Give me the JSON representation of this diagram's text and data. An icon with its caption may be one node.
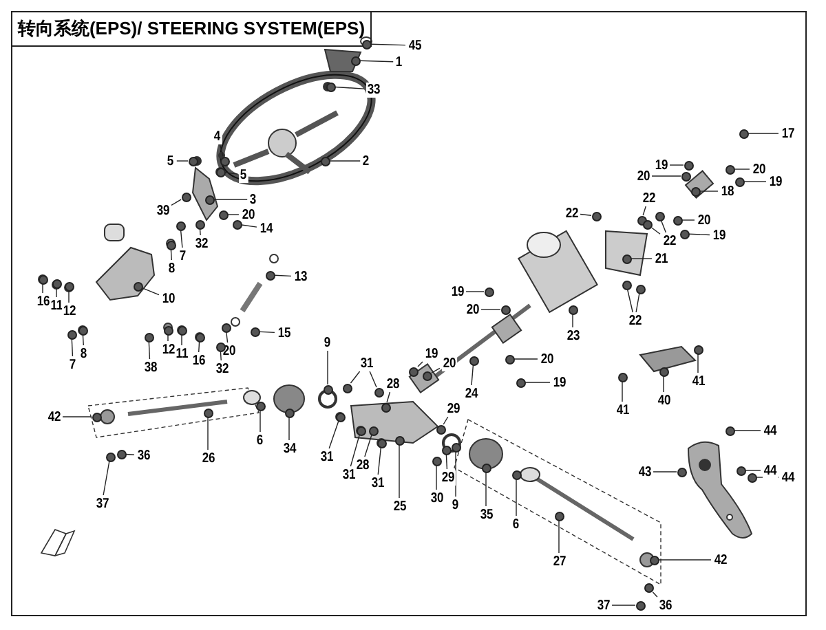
{
  "diagram": {
    "title": "转向系统(EPS)/ STEERING SYSTEM(EPS)",
    "nodes": [
      {
        "text": [
          "45"
        ]
      },
      {
        "text": [
          "1"
        ]
      },
      {
        "text": [
          "33"
        ]
      },
      {
        "text": [
          "2"
        ]
      },
      {
        "text": [
          "5"
        ]
      },
      {
        "text": [
          "4"
        ]
      },
      {
        "text": [
          "5"
        ]
      },
      {
        "text": [
          "3"
        ]
      },
      {
        "text": [
          "39"
        ]
      },
      {
        "text": [
          "20"
        ]
      },
      {
        "text": [
          "14"
        ]
      },
      {
        "text": [
          "7"
        ]
      },
      {
        "text": [
          "32"
        ]
      },
      {
        "text": [
          "8"
        ]
      },
      {
        "text": [
          "13"
        ]
      },
      {
        "text": [
          "10"
        ]
      },
      {
        "text": [
          "16"
        ]
      },
      {
        "text": [
          "11"
        ]
      },
      {
        "text": [
          "12"
        ]
      },
      {
        "text": [
          "7"
        ]
      },
      {
        "text": [
          "8"
        ]
      },
      {
        "text": [
          "38"
        ]
      },
      {
        "text": [
          "12"
        ]
      },
      {
        "text": [
          "11"
        ]
      },
      {
        "text": [
          "16"
        ]
      },
      {
        "text": [
          "15"
        ]
      },
      {
        "text": [
          "20"
        ]
      },
      {
        "text": [
          "32"
        ]
      },
      {
        "text": [
          "9"
        ]
      },
      {
        "text": [
          "31"
        ]
      },
      {
        "text": [
          "28"
        ]
      },
      {
        "text": [
          "42"
        ]
      },
      {
        "text": [
          "26"
        ]
      },
      {
        "text": [
          "6"
        ]
      },
      {
        "text": [
          "34"
        ]
      },
      {
        "text": [
          "31"
        ]
      },
      {
        "text": [
          "31"
        ]
      },
      {
        "text": [
          "28"
        ]
      },
      {
        "text": [
          "31"
        ]
      },
      {
        "text": [
          "25"
        ]
      },
      {
        "text": [
          "36"
        ]
      },
      {
        "text": [
          "37"
        ]
      },
      {
        "text": [
          "17"
        ]
      },
      {
        "text": [
          "19"
        ]
      },
      {
        "text": [
          "20"
        ]
      },
      {
        "text": [
          "20"
        ]
      },
      {
        "text": [
          "19"
        ]
      },
      {
        "text": [
          "18"
        ]
      },
      {
        "text": [
          "22"
        ]
      },
      {
        "text": [
          "22"
        ]
      },
      {
        "text": [
          "20"
        ]
      },
      {
        "text": [
          "19"
        ]
      },
      {
        "text": [
          "22"
        ]
      },
      {
        "text": [
          "21"
        ]
      },
      {
        "text": [
          "22"
        ]
      },
      {
        "text": [
          "19"
        ]
      },
      {
        "text": [
          "20"
        ]
      },
      {
        "text": [
          "23"
        ]
      },
      {
        "text": [
          "20"
        ]
      },
      {
        "text": [
          "19"
        ]
      },
      {
        "text": [
          "19"
        ]
      },
      {
        "text": [
          "20"
        ]
      },
      {
        "text": [
          "24"
        ]
      },
      {
        "text": [
          "29"
        ]
      },
      {
        "text": [
          "41"
        ]
      },
      {
        "text": [
          "40"
        ]
      },
      {
        "text": [
          "41"
        ]
      },
      {
        "text": [
          "44"
        ]
      },
      {
        "text": [
          "43"
        ]
      },
      {
        "text": [
          "44"
        ]
      },
      {
        "text": [
          "44"
        ]
      },
      {
        "text": [
          "29"
        ]
      },
      {
        "text": [
          "30"
        ]
      },
      {
        "text": [
          "9"
        ]
      },
      {
        "text": [
          "35"
        ]
      },
      {
        "text": [
          "6"
        ]
      },
      {
        "text": [
          "27"
        ]
      },
      {
        "text": [
          "42"
        ]
      },
      {
        "text": [
          "37"
        ]
      },
      {
        "text": [
          "36"
        ]
      },
      {
        "text": [],
        "shape": "circle"
      },
      {
        "text": [],
        "shape": "circle"
      },
      {
        "text": [],
        "shape": "circle"
      },
      {
        "text": [],
        "shape": "circle"
      },
      {
        "text": [],
        "shape": "circle"
      },
      {
        "text": [],
        "shape": "circle"
      },
      {
        "text": [],
        "shape": "circle"
      },
      {
        "text": [],
        "shape": "circle"
      },
      {
        "text": [],
        "shape": "circle"
      },
      {
        "text": [],
        "shape": "circle"
      },
      {
        "text": [],
        "shape": "circle"
      },
      {
        "text": [],
        "shape": "circle"
      },
      {
        "text": [],
        "shape": "circle"
      },
      {
        "text": [],
        "shape": "circle"
      },
      {
        "text": [],
        "shape": "circle"
      },
      {
        "text": [],
        "shape": "circle"
      },
      {
        "text": [],
        "shape": "circle"
      },
      {
        "text": [],
        "shape": "circle"
      },
      {
        "text": [],
        "shape": "circle"
      },
      {
        "text": [],
        "shape": "circle"
      },
      {
        "text": [],
        "shape": "circle"
      },
      {
        "text": [],
        "shape": "circle"
      },
      {
        "text": [],
        "shape": "circle"
      },
      {
        "text": [],
        "shape": "circle"
      },
      {
        "text": [],
        "shape": "circle"
      },
      {
        "text": [],
        "shape": "circle"
      },
      {
        "text": [],
        "shape": "circle"
      },
      {
        "text": [],
        "shape": "circle"
      },
      {
        "text": [],
        "shape": "circle"
      },
      {
        "text": [],
        "shape": "circle"
      },
      {
        "text": [],
        "shape": "circle"
      },
      {
        "text": [],
        "shape": "circle"
      },
      {
        "text": [],
        "shape": "circle"
      },
      {
        "text": [],
        "shape": "circle"
      },
      {
        "text": [],
        "shape": "circle"
      },
      {
        "text": [],
        "shape": "circle"
      },
      {
        "text": [],
        "shape": "circle"
      },
      {
        "text": [],
        "shape": "circle"
      },
      {
        "text": [],
        "shape": "circle"
      },
      {
        "text": [],
        "shape": "circle"
      },
      {
        "text": [],
        "shape": "circle"
      },
      {
        "text": [],
        "shape": "circle"
      },
      {
        "text": [],
        "shape": "circle"
      },
      {
        "text": [],
        "shape": "circle"
      },
      {
        "text": [],
        "shape": "circle"
      },
      {
        "text": [],
        "shape": "circle"
      },
      {
        "text": [],
        "shape": "circle"
      },
      {
        "text": [],
        "shape": "circle"
      },
      {
        "text": [],
        "shape": "circle"
      },
      {
        "text": [],
        "shape": "circle"
      },
      {
        "text": [],
        "shape": "circle"
      },
      {
        "text": [],
        "shape": "circle"
      },
      {
        "text": [],
        "shape": "circle"
      },
      {
        "text": [],
        "shape": "circle"
      },
      {
        "text": [],
        "shape": "circle"
      },
      {
        "text": [],
        "shape": "circle"
      },
      {
        "text": [],
        "shape": "circle"
      },
      {
        "text": [],
        "shape": "circle"
      },
      {
        "text": [],
        "shape": "circle"
      },
      {
        "text": [],
        "shape": "circle"
      },
      {
        "text": [],
        "shape": "circle"
      },
      {
        "text": [],
        "shape": "circle"
      },
      {
        "text": [],
        "shape": "circle"
      },
      {
        "text": [],
        "shape": "circle"
      },
      {
        "text": [],
        "shape": "circle"
      },
      {
        "text": [],
        "shape": "circle"
      },
      {
        "text": [],
        "shape": "circle"
      },
      {
        "text": [],
        "shape": "circle"
      },
      {
        "text": [],
        "shape": "circle"
      },
      {
        "text": [],
        "shape": "circle"
      },
      {
        "text": [],
        "shape": "circle"
      },
      {
        "text": [],
        "shape": "circle"
      },
      {
        "text": [],
        "shape": "circle"
      },
      {
        "text": [],
        "shape": "circle"
      },
      {
        "text": [],
        "shape": "circle"
      },
      {
        "text": [],
        "shape": "circle"
      },
      {
        "text": [],
        "shape": "circle"
      },
      {
        "text": [],
        "shape": "circle"
      },
      {
        "text": [],
        "shape": "circle"
      },
      {
        "text": [],
        "shape": "circle"
      },
      {
        "text": [],
        "shape": "circle"
      },
      {
        "text": [],
        "shape": "circle"
      },
      {
        "text": [],
        "shape": "circle"
      }
    ],
    "edges": [
      {
        "from": 0,
        "to": 97,
        "arrow": "none"
      },
      {
        "from": 1,
        "to": 98,
        "arrow": "none"
      },
      {
        "from": 2,
        "to": 99,
        "arrow": "none"
      },
      {
        "from": 3,
        "to": 100,
        "arrow": "none"
      },
      {
        "from": 4,
        "to": 80,
        "arrow": "none"
      },
      {
        "from": 5,
        "to": 101,
        "arrow": "none"
      },
      {
        "from": 6,
        "to": 102,
        "arrow": "none"
      },
      {
        "from": 7,
        "to": 103,
        "arrow": "none"
      },
      {
        "from": 8,
        "to": 104,
        "arrow": "none"
      },
      {
        "from": 9,
        "to": 105,
        "arrow": "none"
      },
      {
        "from": 10,
        "to": 81,
        "arrow": "none"
      },
      {
        "from": 11,
        "to": 106,
        "arrow": "none"
      },
      {
        "from": 12,
        "to": 107,
        "arrow": "none"
      },
      {
        "from": 13,
        "to": 82,
        "arrow": "none"
      },
      {
        "from": 14,
        "to": 108,
        "arrow": "none"
      },
      {
        "from": 15,
        "to": 109,
        "arrow": "none"
      },
      {
        "from": 16,
        "to": 110,
        "arrow": "none"
      },
      {
        "from": 17,
        "to": 83,
        "arrow": "none"
      },
      {
        "from": 18,
        "to": 84,
        "arrow": "none"
      },
      {
        "from": 19,
        "to": 85,
        "arrow": "none"
      },
      {
        "from": 20,
        "to": 86,
        "arrow": "none"
      },
      {
        "from": 21,
        "to": 111,
        "arrow": "none"
      },
      {
        "from": 22,
        "to": 112,
        "arrow": "none"
      },
      {
        "from": 23,
        "to": 87,
        "arrow": "none"
      },
      {
        "from": 24,
        "to": 88,
        "arrow": "none"
      },
      {
        "from": 25,
        "to": 113,
        "arrow": "none"
      },
      {
        "from": 26,
        "to": 114,
        "arrow": "none"
      },
      {
        "from": 27,
        "to": 89,
        "arrow": "none"
      },
      {
        "from": 28,
        "to": 115,
        "arrow": "none"
      },
      {
        "from": 29,
        "to": 116,
        "arrow": "none"
      },
      {
        "from": 29,
        "to": 117,
        "arrow": "none"
      },
      {
        "from": 30,
        "to": 118,
        "arrow": "none"
      },
      {
        "from": 31,
        "to": 119,
        "arrow": "none"
      },
      {
        "from": 32,
        "to": 120,
        "arrow": "none"
      },
      {
        "from": 33,
        "to": 121,
        "arrow": "none"
      },
      {
        "from": 34,
        "to": 122,
        "arrow": "none"
      },
      {
        "from": 35,
        "to": 123,
        "arrow": "none"
      },
      {
        "from": 36,
        "to": 124,
        "arrow": "none"
      },
      {
        "from": 37,
        "to": 125,
        "arrow": "none"
      },
      {
        "from": 38,
        "to": 90,
        "arrow": "none"
      },
      {
        "from": 39,
        "to": 126,
        "arrow": "none"
      },
      {
        "from": 40,
        "to": 127,
        "arrow": "none"
      },
      {
        "from": 41,
        "to": 128,
        "arrow": "none"
      },
      {
        "from": 42,
        "to": 129,
        "arrow": "none"
      },
      {
        "from": 43,
        "to": 130,
        "arrow": "none"
      },
      {
        "from": 44,
        "to": 91,
        "arrow": "none"
      },
      {
        "from": 45,
        "to": 131,
        "arrow": "none"
      },
      {
        "from": 46,
        "to": 92,
        "arrow": "none"
      },
      {
        "from": 47,
        "to": 132,
        "arrow": "none"
      },
      {
        "from": 48,
        "to": 133,
        "arrow": "none"
      },
      {
        "from": 49,
        "to": 134,
        "arrow": "none"
      },
      {
        "from": 50,
        "to": 135,
        "arrow": "none"
      },
      {
        "from": 51,
        "to": 93,
        "arrow": "none"
      },
      {
        "from": 52,
        "to": 136,
        "arrow": "none"
      },
      {
        "from": 52,
        "to": 137,
        "arrow": "none"
      },
      {
        "from": 53,
        "to": 138,
        "arrow": "none"
      },
      {
        "from": 54,
        "to": 139,
        "arrow": "none"
      },
      {
        "from": 54,
        "to": 140,
        "arrow": "none"
      },
      {
        "from": 55,
        "to": 141,
        "arrow": "none"
      },
      {
        "from": 56,
        "to": 142,
        "arrow": "none"
      },
      {
        "from": 57,
        "to": 143,
        "arrow": "none"
      },
      {
        "from": 58,
        "to": 144,
        "arrow": "none"
      },
      {
        "from": 59,
        "to": 145,
        "arrow": "none"
      },
      {
        "from": 60,
        "to": 94,
        "arrow": "none"
      },
      {
        "from": 61,
        "to": 146,
        "arrow": "none"
      },
      {
        "from": 62,
        "to": 147,
        "arrow": "none"
      },
      {
        "from": 63,
        "to": 148,
        "arrow": "none"
      },
      {
        "from": 64,
        "to": 149,
        "arrow": "none"
      },
      {
        "from": 65,
        "to": 150,
        "arrow": "none"
      },
      {
        "from": 66,
        "to": 151,
        "arrow": "none"
      },
      {
        "from": 67,
        "to": 152,
        "arrow": "none"
      },
      {
        "from": 68,
        "to": 153,
        "arrow": "none"
      },
      {
        "from": 69,
        "to": 154,
        "arrow": "none"
      },
      {
        "from": 70,
        "to": 95,
        "arrow": "none"
      },
      {
        "from": 71,
        "to": 155,
        "arrow": "none"
      },
      {
        "from": 72,
        "to": 96,
        "arrow": "none"
      },
      {
        "from": 73,
        "to": 156,
        "arrow": "none"
      },
      {
        "from": 74,
        "to": 157,
        "arrow": "none"
      },
      {
        "from": 75,
        "to": 158,
        "arrow": "none"
      },
      {
        "from": 76,
        "to": 159,
        "arrow": "none"
      },
      {
        "from": 77,
        "to": 160,
        "arrow": "none"
      },
      {
        "from": 78,
        "to": 161,
        "arrow": "none"
      },
      {
        "from": 79,
        "to": 162,
        "arrow": "none"
      }
    ]
  }
}
